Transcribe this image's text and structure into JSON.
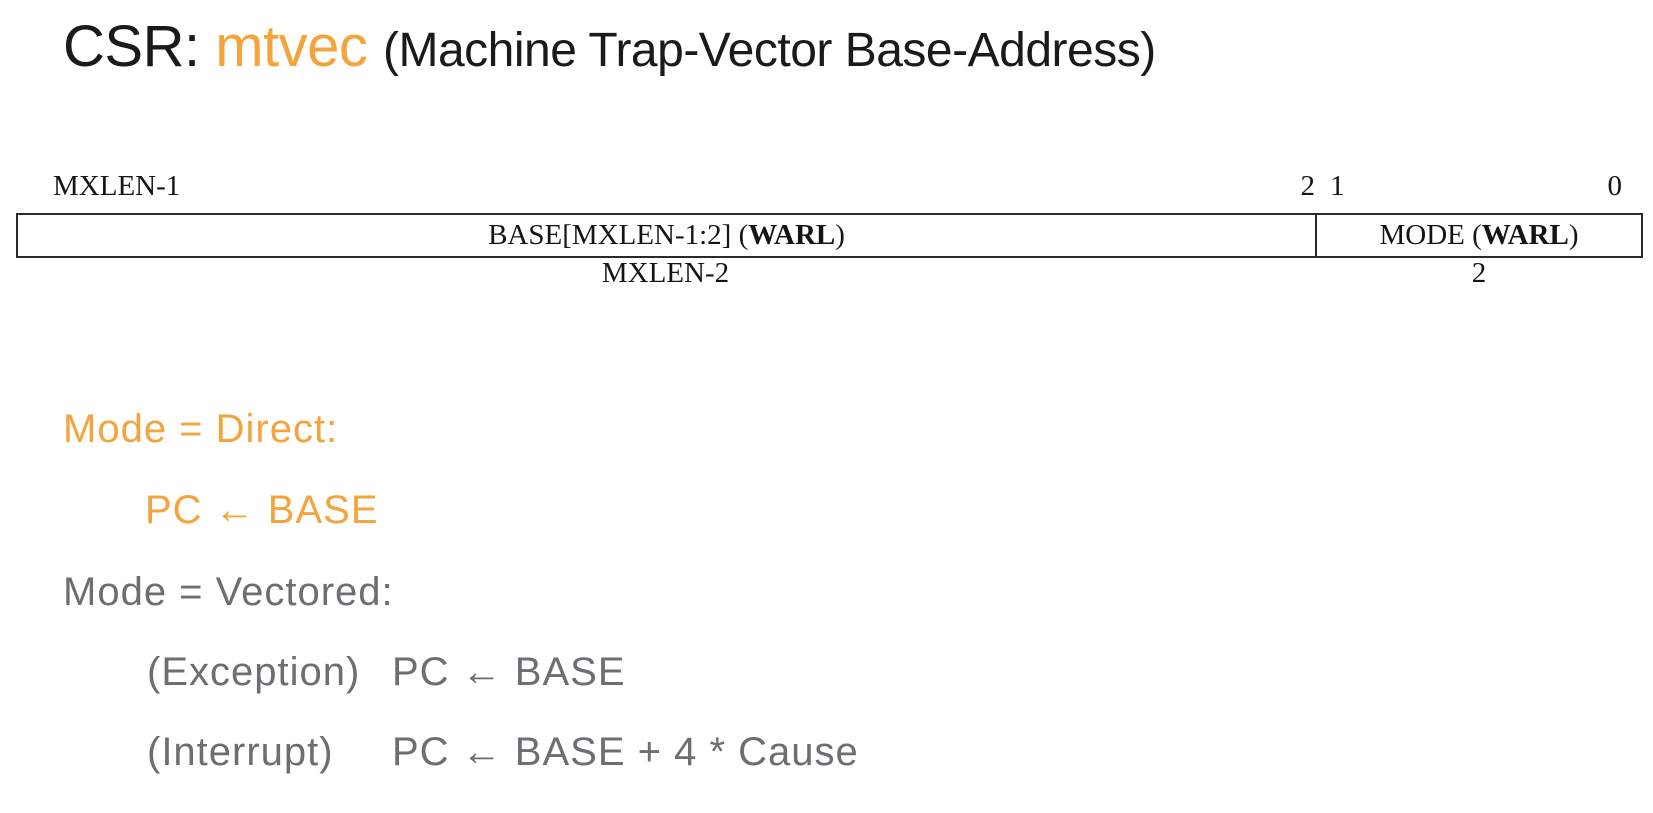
{
  "title": {
    "csr_label": "CSR:",
    "register_name": "mtvec",
    "subtitle": "(Machine Trap-Vector Base-Address)"
  },
  "register_diagram": {
    "top_labels": {
      "msb": "MXLEN-1",
      "bit2": "2",
      "bit1": "1",
      "bit0": "0"
    },
    "fields": [
      {
        "name_prefix": "BASE[MXLEN-1:2] (",
        "warl": "WARL",
        "name_suffix": ")",
        "width_label": "MXLEN-2"
      },
      {
        "name_prefix": "MODE (",
        "warl": "WARL",
        "name_suffix": ")",
        "width_label": "2"
      }
    ]
  },
  "modes": {
    "direct": {
      "heading": "Mode = Direct:",
      "formula": "PC ← BASE"
    },
    "vectored": {
      "heading": "Mode = Vectored:",
      "rows": [
        {
          "label": "(Exception)",
          "formula": "PC ← BASE"
        },
        {
          "label": "(Interrupt)",
          "formula": "PC ← BASE + 4 * Cause"
        }
      ]
    }
  },
  "colors": {
    "accent_orange": "#f5a43c",
    "body_gray": "#6c6f72",
    "title_black": "#1a1a1a"
  }
}
